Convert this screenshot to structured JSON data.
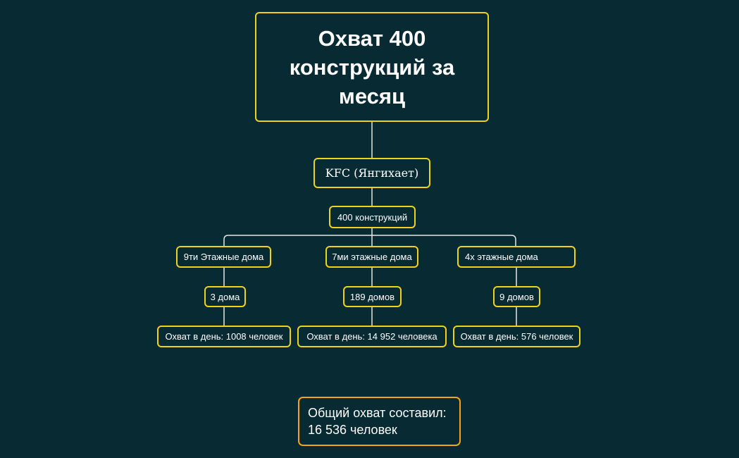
{
  "root": {
    "title": "Охват 400 конструкций за месяц"
  },
  "brand": {
    "label": "KFC (Янгихает)"
  },
  "constructions": {
    "label": "400 конструкций"
  },
  "categories": [
    {
      "type": "9ти Этажные дома",
      "count": "3 дома",
      "reach": "Охват в день: 1008 человек"
    },
    {
      "type": "7ми этажные дома",
      "count": "189 домов",
      "reach": "Охват в день: 14 952  человека"
    },
    {
      "type": "4х этажные дома",
      "count": "9 домов",
      "reach": "Охват в день: 576 человек"
    }
  ],
  "summary": {
    "line1": "Общий охват составил:",
    "line2": "16 536 человек"
  },
  "colors": {
    "background": "#082a33",
    "node_border": "#f0d21a",
    "summary_border": "#f5a41a",
    "connector": "#e6e6e6"
  }
}
